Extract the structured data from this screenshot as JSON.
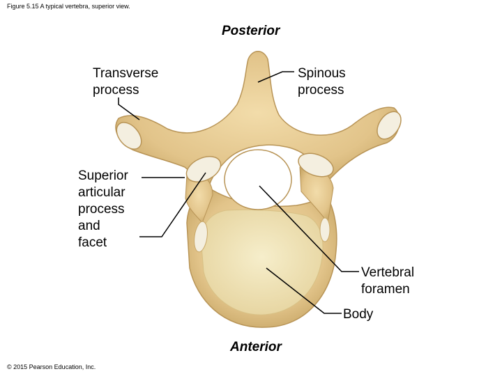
{
  "caption": "Figure 5.15 A typical vertebra, superior view.",
  "orientation": {
    "top": "Posterior",
    "bottom": "Anterior"
  },
  "labels": {
    "transverse_process": [
      "Transverse",
      "process"
    ],
    "spinous_process": [
      "Spinous",
      "process"
    ],
    "superior_articular": [
      "Superior",
      "articular",
      "process",
      "and",
      "facet"
    ],
    "vertebral_foramen": [
      "Vertebral",
      "foramen"
    ],
    "body": [
      "Body"
    ]
  },
  "copyright": "© 2015 Pearson Education, Inc.",
  "colors": {
    "bone": "#e8cf99",
    "bone_dark": "#c9a868",
    "body_surface": "#f3e9bf",
    "facet": "#f4efe0",
    "leader": "#000000"
  }
}
